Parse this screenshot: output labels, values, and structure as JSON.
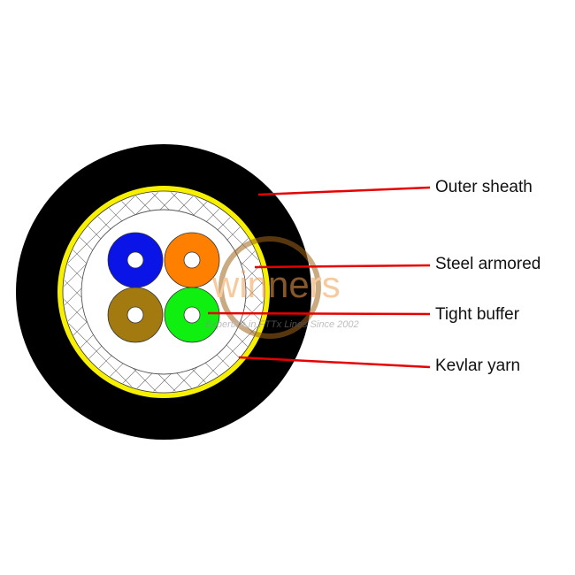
{
  "diagram": {
    "title": "Armored tight-buffered fiber cable cross-section",
    "labels": [
      {
        "id": "outer-sheath",
        "text": "Outer sheath"
      },
      {
        "id": "steel-armored",
        "text": "Steel armored"
      },
      {
        "id": "tight-buffer",
        "text": "Tight buffer"
      },
      {
        "id": "kevlar-yarn",
        "text": "Kevlar yarn"
      }
    ],
    "fibers": [
      {
        "name": "blue",
        "color": "#0a14e6"
      },
      {
        "name": "orange",
        "color": "#ff8000"
      },
      {
        "name": "brown",
        "color": "#a27a10"
      },
      {
        "name": "green",
        "color": "#10f010"
      }
    ],
    "colors": {
      "sheath": "#000000",
      "kevlar": "#f7f000",
      "leader": "#e60000",
      "mesh": "#6a6a6a"
    }
  },
  "watermark": {
    "brand": "winners",
    "tagline": "Expertise in FTTx Lines Since 2002"
  }
}
